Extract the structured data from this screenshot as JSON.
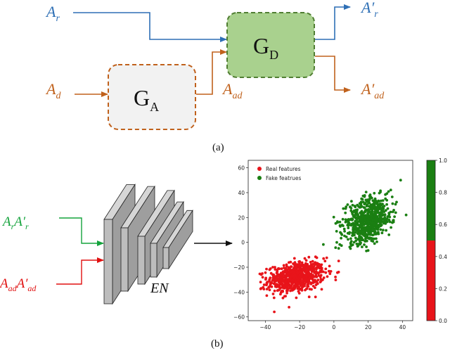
{
  "panel_a": {
    "caption": "(a)",
    "inputs": {
      "ar": "A",
      "ar_sub": "r",
      "ad": "A",
      "ad_sub": "d"
    },
    "outputs": {
      "ar_prime": "A′",
      "ar_prime_sub": "r",
      "aad_prime": "A′",
      "aad_prime_sub": "ad"
    },
    "intermediate": {
      "aad": "A",
      "aad_sub": "ad"
    },
    "ga": {
      "main": "G",
      "sub": "A"
    },
    "gd": {
      "main": "G",
      "sub": "D"
    },
    "colors": {
      "blue": "#2e6fb5",
      "orange": "#c0611c",
      "ga_fill": "#f2f2f2",
      "gd_fill": "#a9d18e",
      "gd_stroke": "#507e32"
    }
  },
  "panel_b": {
    "caption": "(b)",
    "inputs": {
      "real_main": "A",
      "real_sub": "r",
      "real_main2": "A′",
      "real_sub2": "r",
      "fake_main": "A",
      "fake_sub": "ad",
      "fake_main2": "A′",
      "fake_sub2": "ad"
    },
    "encoder_label": "EN",
    "colors": {
      "green": "#14a33c",
      "red": "#e01010",
      "block_fill": "#bdbdbd"
    }
  },
  "chart_data": {
    "type": "scatter",
    "series": [
      {
        "name": "Real features",
        "color": "#e8141a",
        "center": [
          -22,
          -28
        ],
        "spread": [
          15,
          11
        ],
        "n": 700
      },
      {
        "name": "Fake featrues",
        "color": "#1a7f12",
        "center": [
          20,
          18
        ],
        "spread": [
          12,
          17
        ],
        "n": 700
      }
    ],
    "xlim": [
      -50,
      46
    ],
    "ylim": [
      -63,
      66
    ],
    "xticks": [
      "−40",
      "−20",
      "0",
      "20",
      "40"
    ],
    "xtick_values": [
      -40,
      -20,
      0,
      20,
      40
    ],
    "yticks": [
      "60",
      "40",
      "20",
      "0",
      "−20",
      "−40",
      "−60"
    ],
    "ytick_values": [
      60,
      40,
      20,
      0,
      -20,
      -40,
      -60
    ],
    "colorbar": {
      "ticks": [
        "1.0",
        "0.8",
        "0.6",
        "0.4",
        "0.2",
        "0.0"
      ],
      "tick_values": [
        1.0,
        0.8,
        0.6,
        0.4,
        0.2,
        0.0
      ],
      "top_color": "#1a7f12",
      "bottom_color": "#e8141a",
      "split": 0.5
    },
    "legend_position": "top-left"
  }
}
